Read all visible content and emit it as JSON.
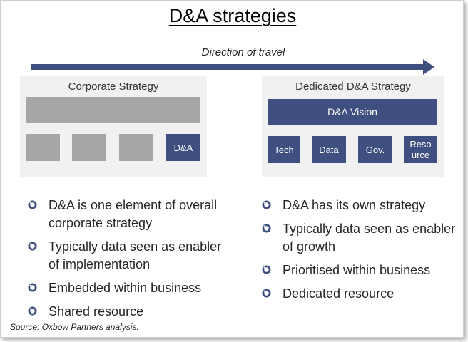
{
  "title": "D&A strategies",
  "direction_label": "Direction of travel",
  "left_panel": {
    "title": "Corporate Strategy",
    "box_label": "D&A"
  },
  "right_panel": {
    "title": "Dedicated D&A Strategy",
    "vision_label": "D&A Vision",
    "boxes": [
      {
        "label": "Tech"
      },
      {
        "label": "Data"
      },
      {
        "label": "Gov."
      },
      {
        "label": "Reso\nurce"
      }
    ]
  },
  "left_bullets": [
    "D&A is one element of overall corporate strategy",
    "Typically data seen as enabler of implementation",
    "Embedded within business",
    "Shared resource"
  ],
  "right_bullets": [
    "D&A has its own strategy",
    "Typically data seen as enabler of growth",
    "Prioritised within business",
    "Dedicated resource"
  ],
  "source": "Source: Oxbow Partners analysis.",
  "colors": {
    "navy": "#3f4f7f",
    "grey_box": "#a6a6a6",
    "panel_bg": "#f1f1f1"
  }
}
